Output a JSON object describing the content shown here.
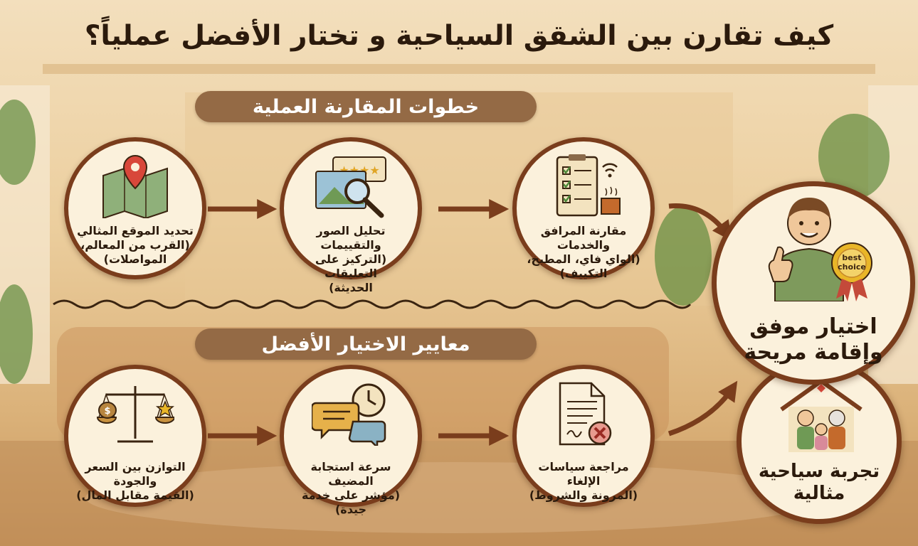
{
  "title": "كيف تقارن بين الشقق السياحية و تختار الأفضل عملياً؟",
  "sections": {
    "steps_header": "خطوات المقارنة العملية",
    "criteria_header": "معايير الاختيار الأفضل"
  },
  "steps": [
    {
      "line1": "تحديد الموقع المثالي",
      "line2": "(القرب من المعالم،",
      "line3": "المواصلات)",
      "icon": "map-pin-icon"
    },
    {
      "line1": "تحليل الصور والتقييمات",
      "line2": "(التركيز على التعليقات",
      "line3": "الحديثة)",
      "icon": "photo-magnifier-icon"
    },
    {
      "line1": "مقارنة المرافق والخدمات",
      "line2": "(الواي فاي، المطبخ،",
      "line3": "التكييف)",
      "icon": "checklist-icon"
    }
  ],
  "criteria": [
    {
      "line1": "التوازن بين السعر والجودة",
      "line2": "(القيمة مقابل المال)",
      "icon": "balance-scale-icon"
    },
    {
      "line1": "سرعة استجابة المضيف",
      "line2": "(مؤشر على خدمة جيدة)",
      "icon": "chat-clock-icon"
    },
    {
      "line1": "مراجعة سياسات الإلغاء",
      "line2": "(المرونة والشروط)",
      "icon": "document-cancel-icon"
    }
  ],
  "result_main": {
    "line1": "اختيار موفق",
    "line2": "وإقامة مريحة",
    "badge_line1": "best",
    "badge_line2": "choice",
    "icon": "happy-man-thumbs-up-icon"
  },
  "result_secondary": {
    "line1": "تجربة سياحية",
    "line2": "مثالية",
    "icon": "family-house-icon"
  },
  "colors": {
    "pill": "#946a45",
    "border": "#7a3d1c",
    "circle_fill": "#fbf1dc",
    "arrow": "#7a3d1c"
  }
}
